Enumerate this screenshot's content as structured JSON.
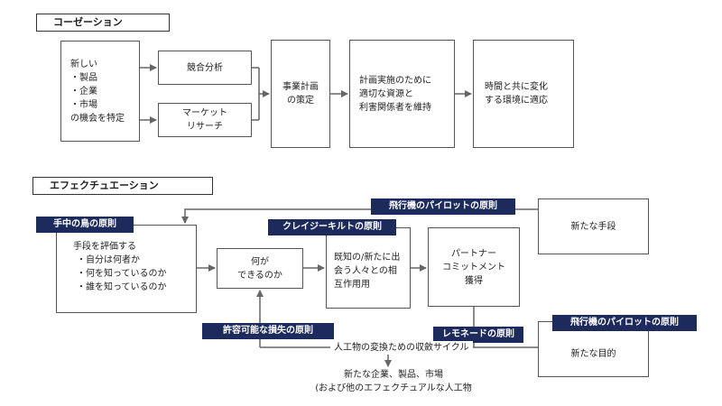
{
  "causation": {
    "title": "コーゼーション",
    "start_box": [
      "新しい",
      "・製品",
      "・企業",
      "・市場",
      "の機会を特定"
    ],
    "competitive_analysis": "競合分析",
    "market_research": [
      "マーケット",
      "リサーチ"
    ],
    "business_plan": [
      "事業計画",
      "の策定"
    ],
    "plan_execution": [
      "計画実施のために",
      "適切な資源と",
      "利害関係者を維持"
    ],
    "adapt": [
      "時間と共に変化",
      "する環境に適応"
    ]
  },
  "effectuation": {
    "title": "エフェクチュエーション",
    "bird_in_hand_tag": "手中の鳥の原則",
    "means_box": [
      "手段を評価する",
      "・自分は何者か",
      "・何を知っているのか",
      "・誰を知っているのか"
    ],
    "what_can_do": [
      "何が",
      "できるのか"
    ],
    "crazy_quilt_tag": "クレイジーキルトの原則",
    "interaction_box": [
      "既知の/新たに出",
      "会う人々との相",
      "互作用用"
    ],
    "partner_commitment": [
      "パートナー",
      "コミットメント",
      "獲得"
    ],
    "pilot_tag_top": "飛行機のパイロットの原則",
    "new_means": "新たな手段",
    "pilot_tag_bottom": "飛行機のパイロットの原則",
    "new_goal": "新たな目的",
    "affordable_loss_tag": "許容可能な損失の原則",
    "lemonade_tag": "レモネードの原則",
    "convergence_cycle": "人工物の変換ための収斂サイクル",
    "outcome": [
      "新たな企業、製品、市場",
      "(および他のエフェクチュアルな人工物"
    ]
  }
}
